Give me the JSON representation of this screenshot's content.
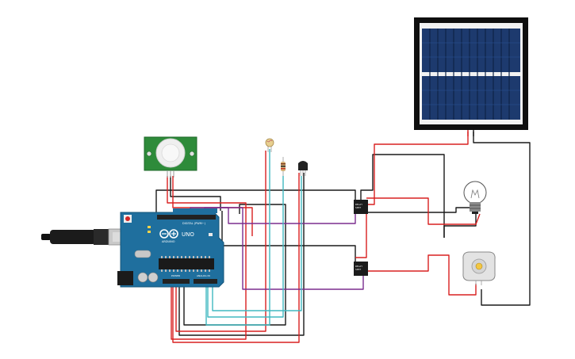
{
  "arduino": {
    "brand": "ARDUINO",
    "model": "UNO",
    "digital_label": "DIGITAL (PWM~)",
    "power_label": "POWER",
    "analog_label": "ANALOG IN"
  },
  "relay_top": {
    "label": "RELAY"
  },
  "relay_bottom": {
    "label": "RELAY"
  },
  "colors": {
    "wire_red": "#d92020",
    "wire_black": "#1a1a1a",
    "wire_purple": "#7b2d8e",
    "wire_cyan": "#40b8c0",
    "board_blue": "#1f6f9e",
    "pir_green": "#2e8b3a",
    "solar_cell": "#1d3a6e",
    "relay_body": "#1b1b1b"
  },
  "icons": [
    "usb-cable-icon",
    "pir-sensor-icon",
    "photoresistor-icon",
    "resistor-icon",
    "temperature-sensor-icon",
    "solar-panel-icon",
    "light-bulb-icon",
    "dc-motor-icon"
  ]
}
